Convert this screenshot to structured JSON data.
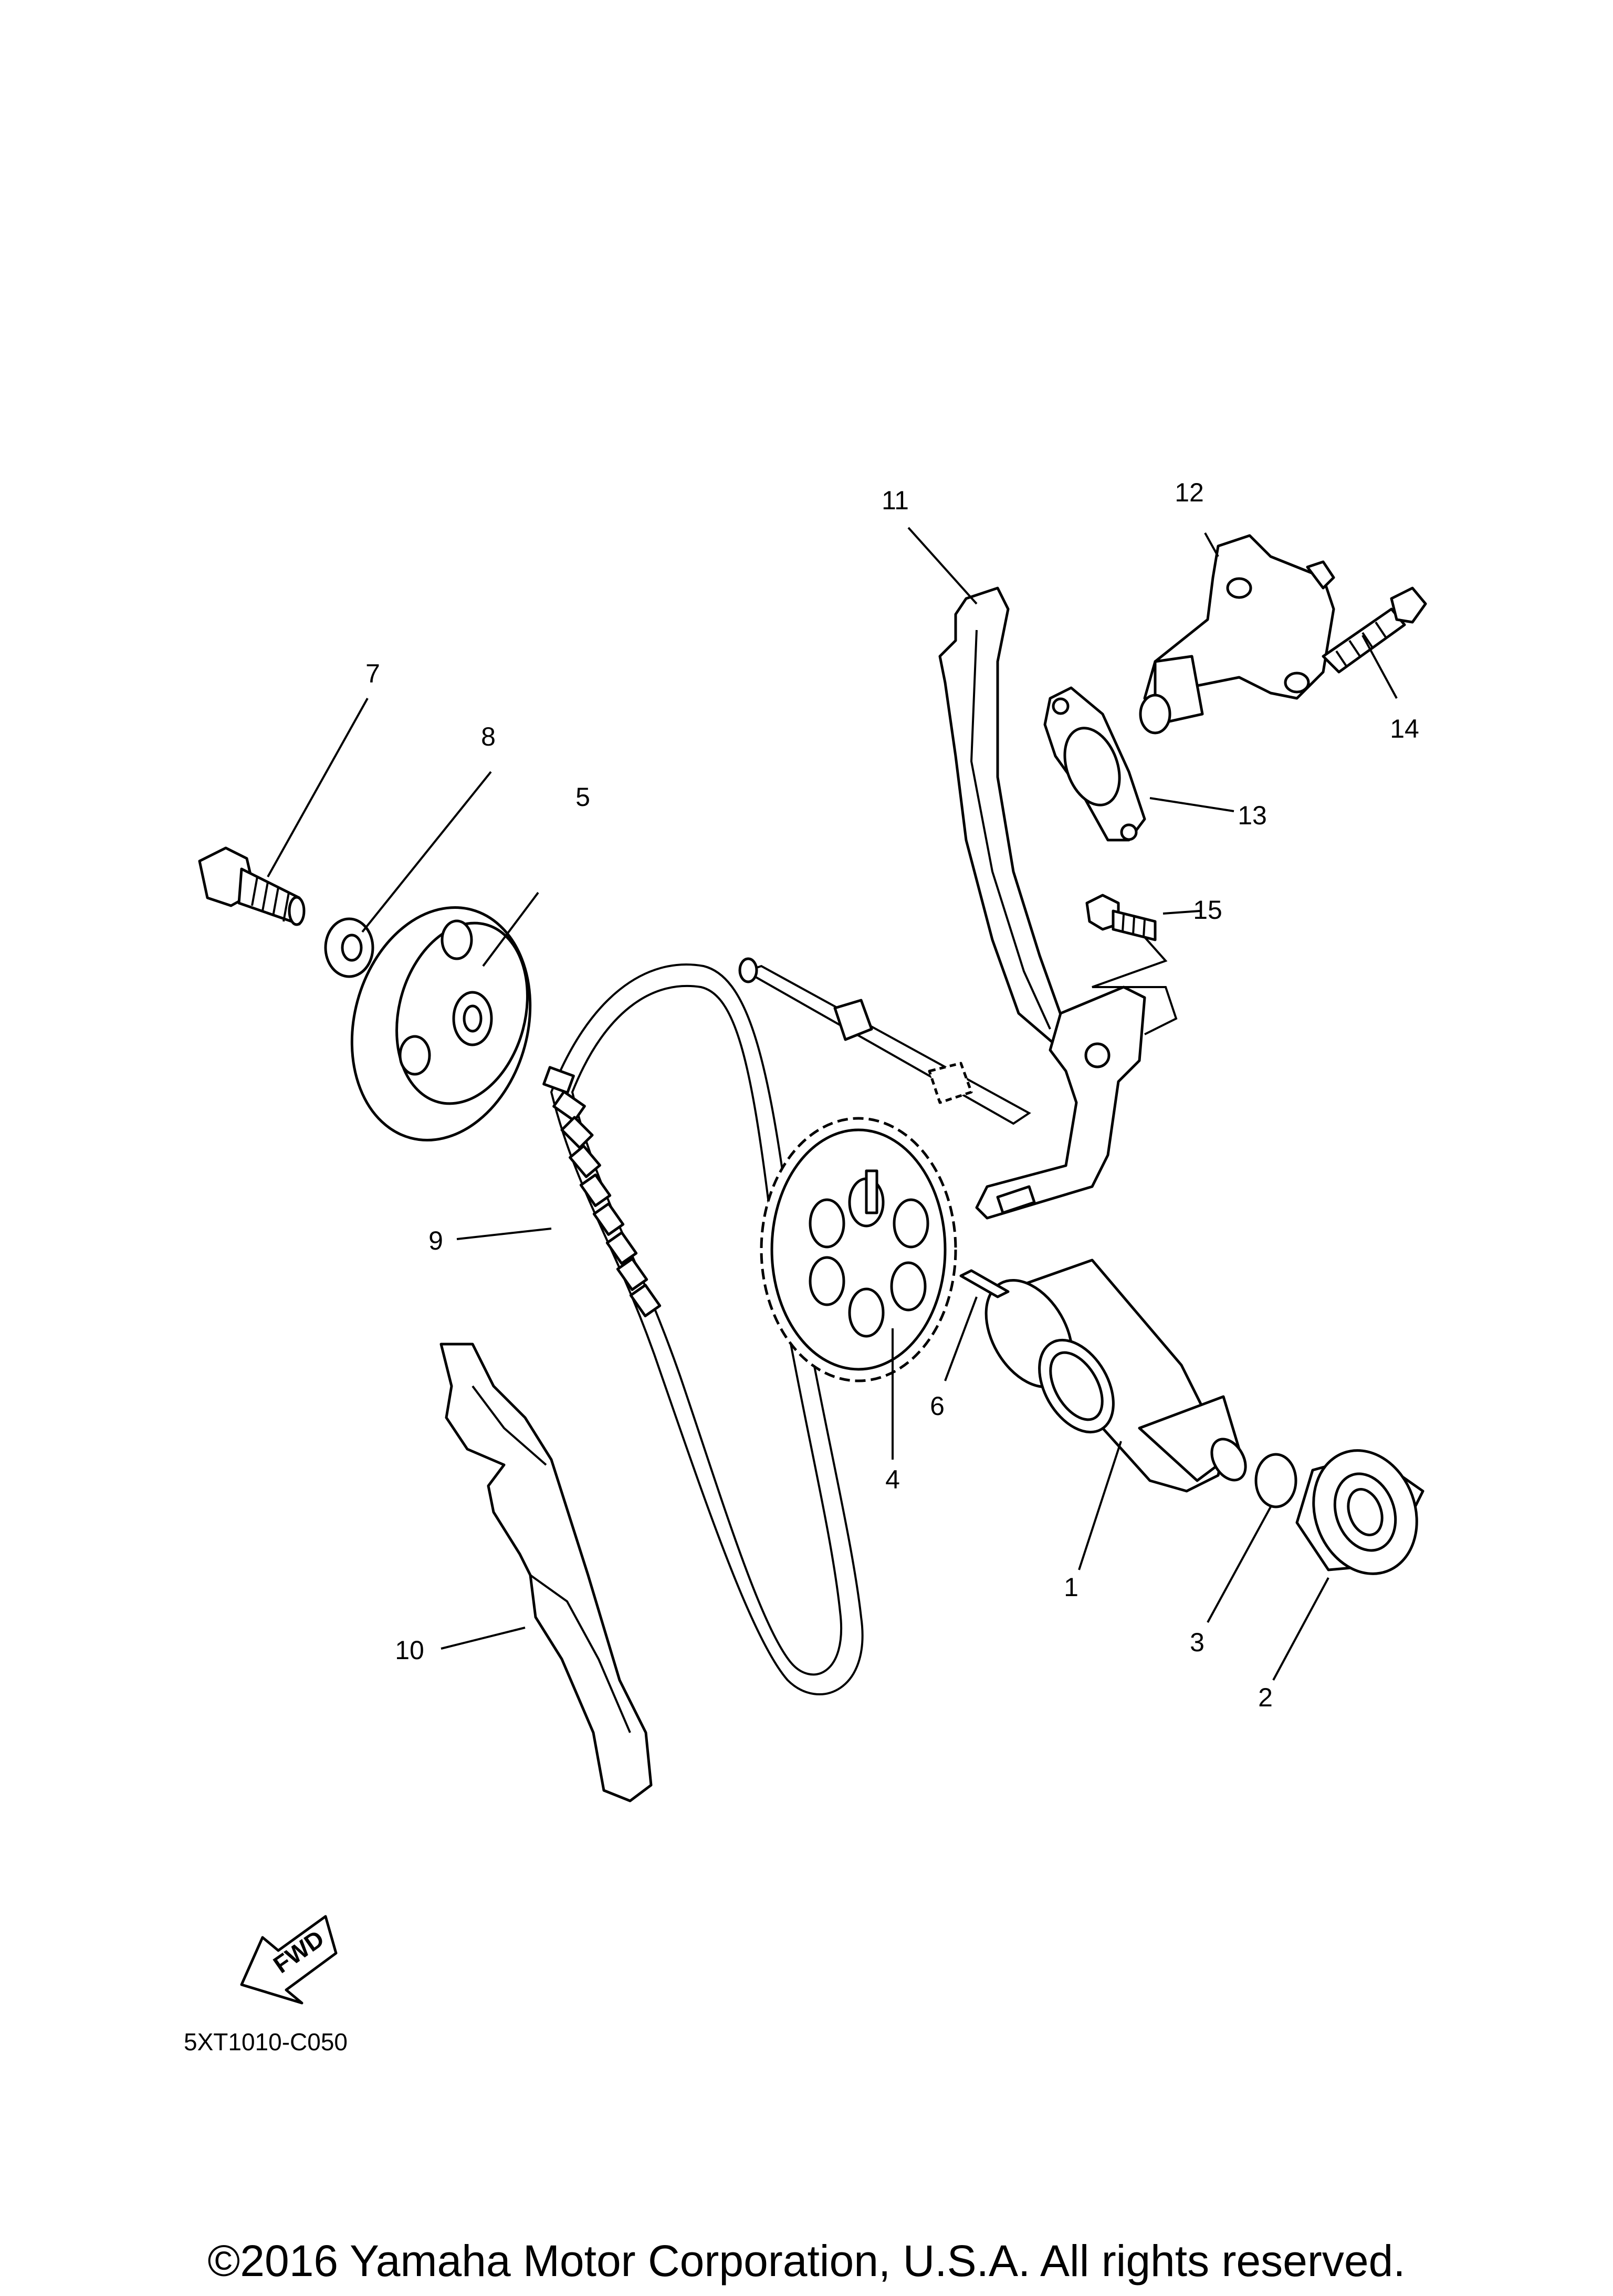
{
  "callouts": [
    {
      "id": "1",
      "label": "1"
    },
    {
      "id": "2",
      "label": "2"
    },
    {
      "id": "3",
      "label": "3"
    },
    {
      "id": "4",
      "label": "4"
    },
    {
      "id": "5",
      "label": "5"
    },
    {
      "id": "6",
      "label": "6"
    },
    {
      "id": "7",
      "label": "7"
    },
    {
      "id": "8",
      "label": "8"
    },
    {
      "id": "9",
      "label": "9"
    },
    {
      "id": "10",
      "label": "10"
    },
    {
      "id": "11",
      "label": "11"
    },
    {
      "id": "12",
      "label": "12"
    },
    {
      "id": "13",
      "label": "13"
    },
    {
      "id": "14",
      "label": "14"
    },
    {
      "id": "15",
      "label": "15"
    }
  ],
  "fwd_label": "FWD",
  "diagram_code": "5XT1010-C050",
  "copyright": "©2016 Yamaha Motor Corporation, U.S.A. All rights reserved."
}
